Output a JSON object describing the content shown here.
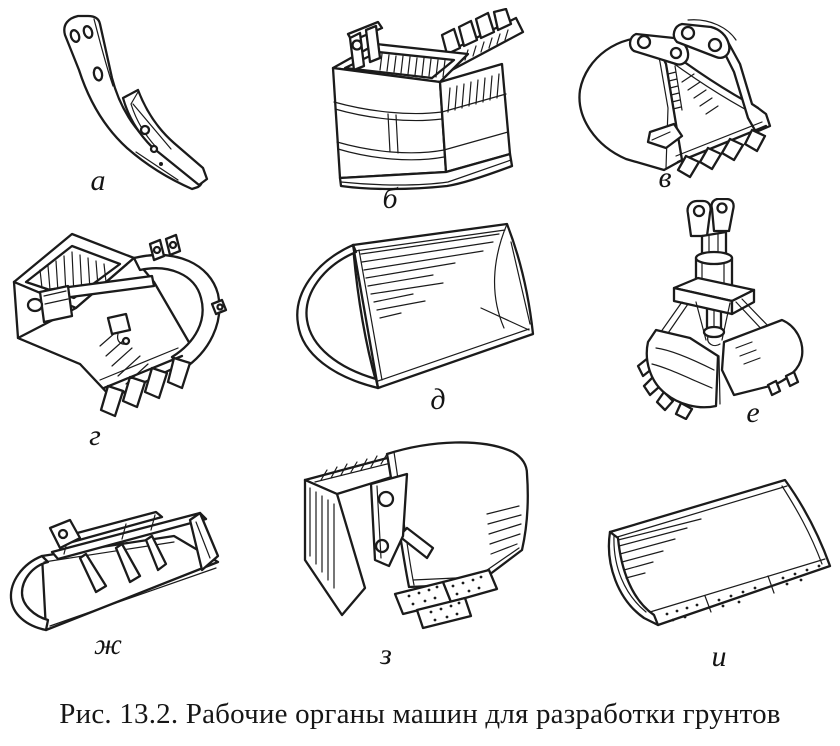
{
  "figure": {
    "caption": "Рис. 13.2. Рабочие органы машин для разработки грунтов",
    "items": [
      {
        "label": "а"
      },
      {
        "label": "б"
      },
      {
        "label": "в"
      },
      {
        "label": "г"
      },
      {
        "label": "д"
      },
      {
        "label": "е"
      },
      {
        "label": "ж"
      },
      {
        "label": "з"
      },
      {
        "label": "и"
      }
    ]
  },
  "colors": {
    "ink": "#1b1b1b",
    "paper": "#ffffff"
  }
}
